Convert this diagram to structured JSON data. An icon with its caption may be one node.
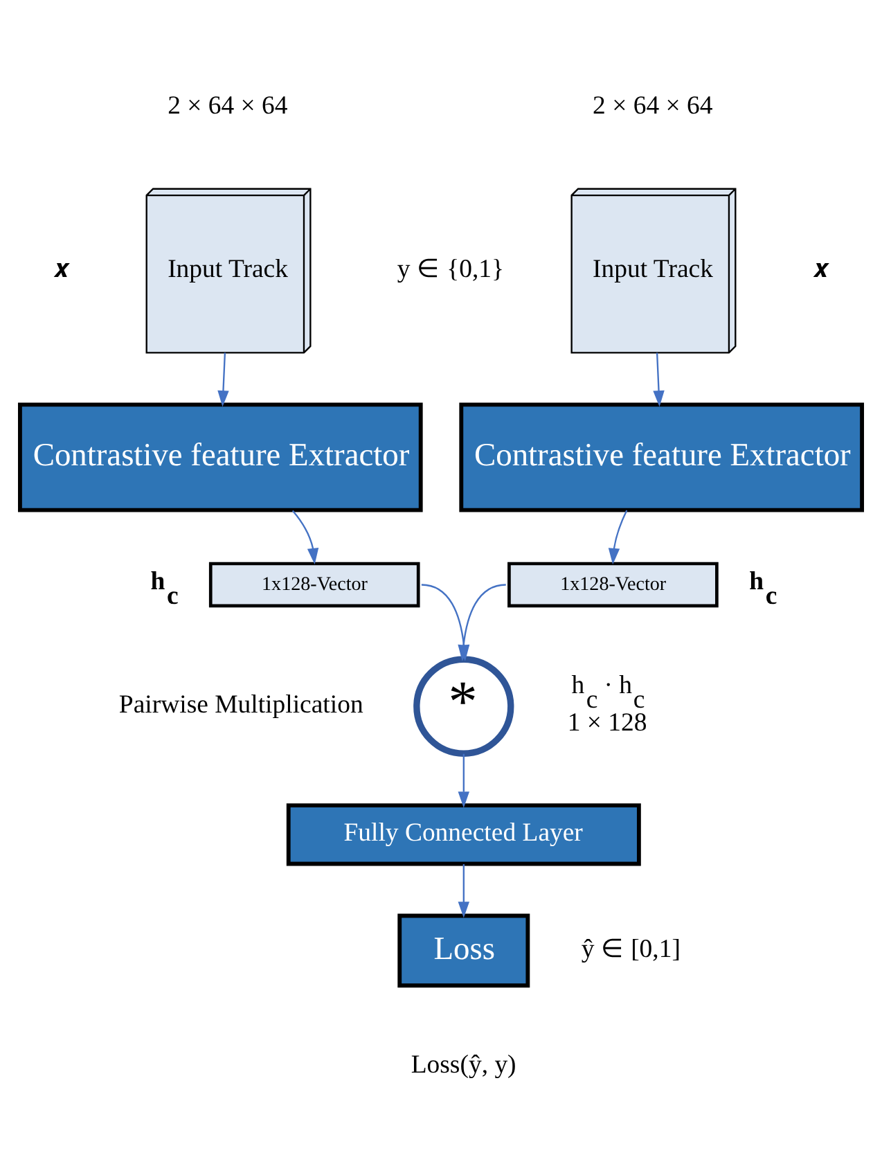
{
  "diagram": {
    "nodes": [
      {
        "text": [
          "Input Track"
        ],
        "beside": [
          "2 × 64 × 64",
          "𝒙"
        ]
      },
      {
        "text": [
          "Input Track"
        ],
        "beside": [
          "2 × 64 × 64",
          "𝒙"
        ]
      },
      {
        "text": [
          "Contrastive feature Extractor"
        ]
      },
      {
        "text": [
          "Contrastive feature Extractor"
        ]
      },
      {
        "text": [
          "1x128-Vector"
        ],
        "beside": [
          "h$_{c}$"
        ]
      },
      {
        "text": [
          "1x128-Vector"
        ],
        "beside": [
          "h$_{c}$"
        ]
      },
      {
        "text": [
          "*"
        ],
        "beside": [
          "Pairwise Multiplication",
          "h$_{c}$ · h$_{c}$",
          "1 × 128"
        ]
      },
      {
        "text": [
          "Fully Connected Layer"
        ]
      },
      {
        "text": [
          "Loss"
        ],
        "beside": [
          "ŷ ∈ [0,1]",
          "Loss(ŷ, y)"
        ]
      }
    ],
    "edges": [
      {
        "from": 0,
        "to": 2,
        "arrow": "to"
      },
      {
        "from": 1,
        "to": 3,
        "arrow": "to"
      },
      {
        "from": 2,
        "to": 4,
        "arrow": "to"
      },
      {
        "from": 3,
        "to": 5,
        "arrow": "to"
      },
      {
        "from": 4,
        "to": 6,
        "arrow": "to"
      },
      {
        "from": 5,
        "to": 6,
        "arrow": "to"
      },
      {
        "from": 6,
        "to": 7,
        "arrow": "to"
      },
      {
        "from": 7,
        "to": 8,
        "arrow": "to"
      }
    ],
    "labels": [
      "y ∈ {0,1}"
    ]
  }
}
